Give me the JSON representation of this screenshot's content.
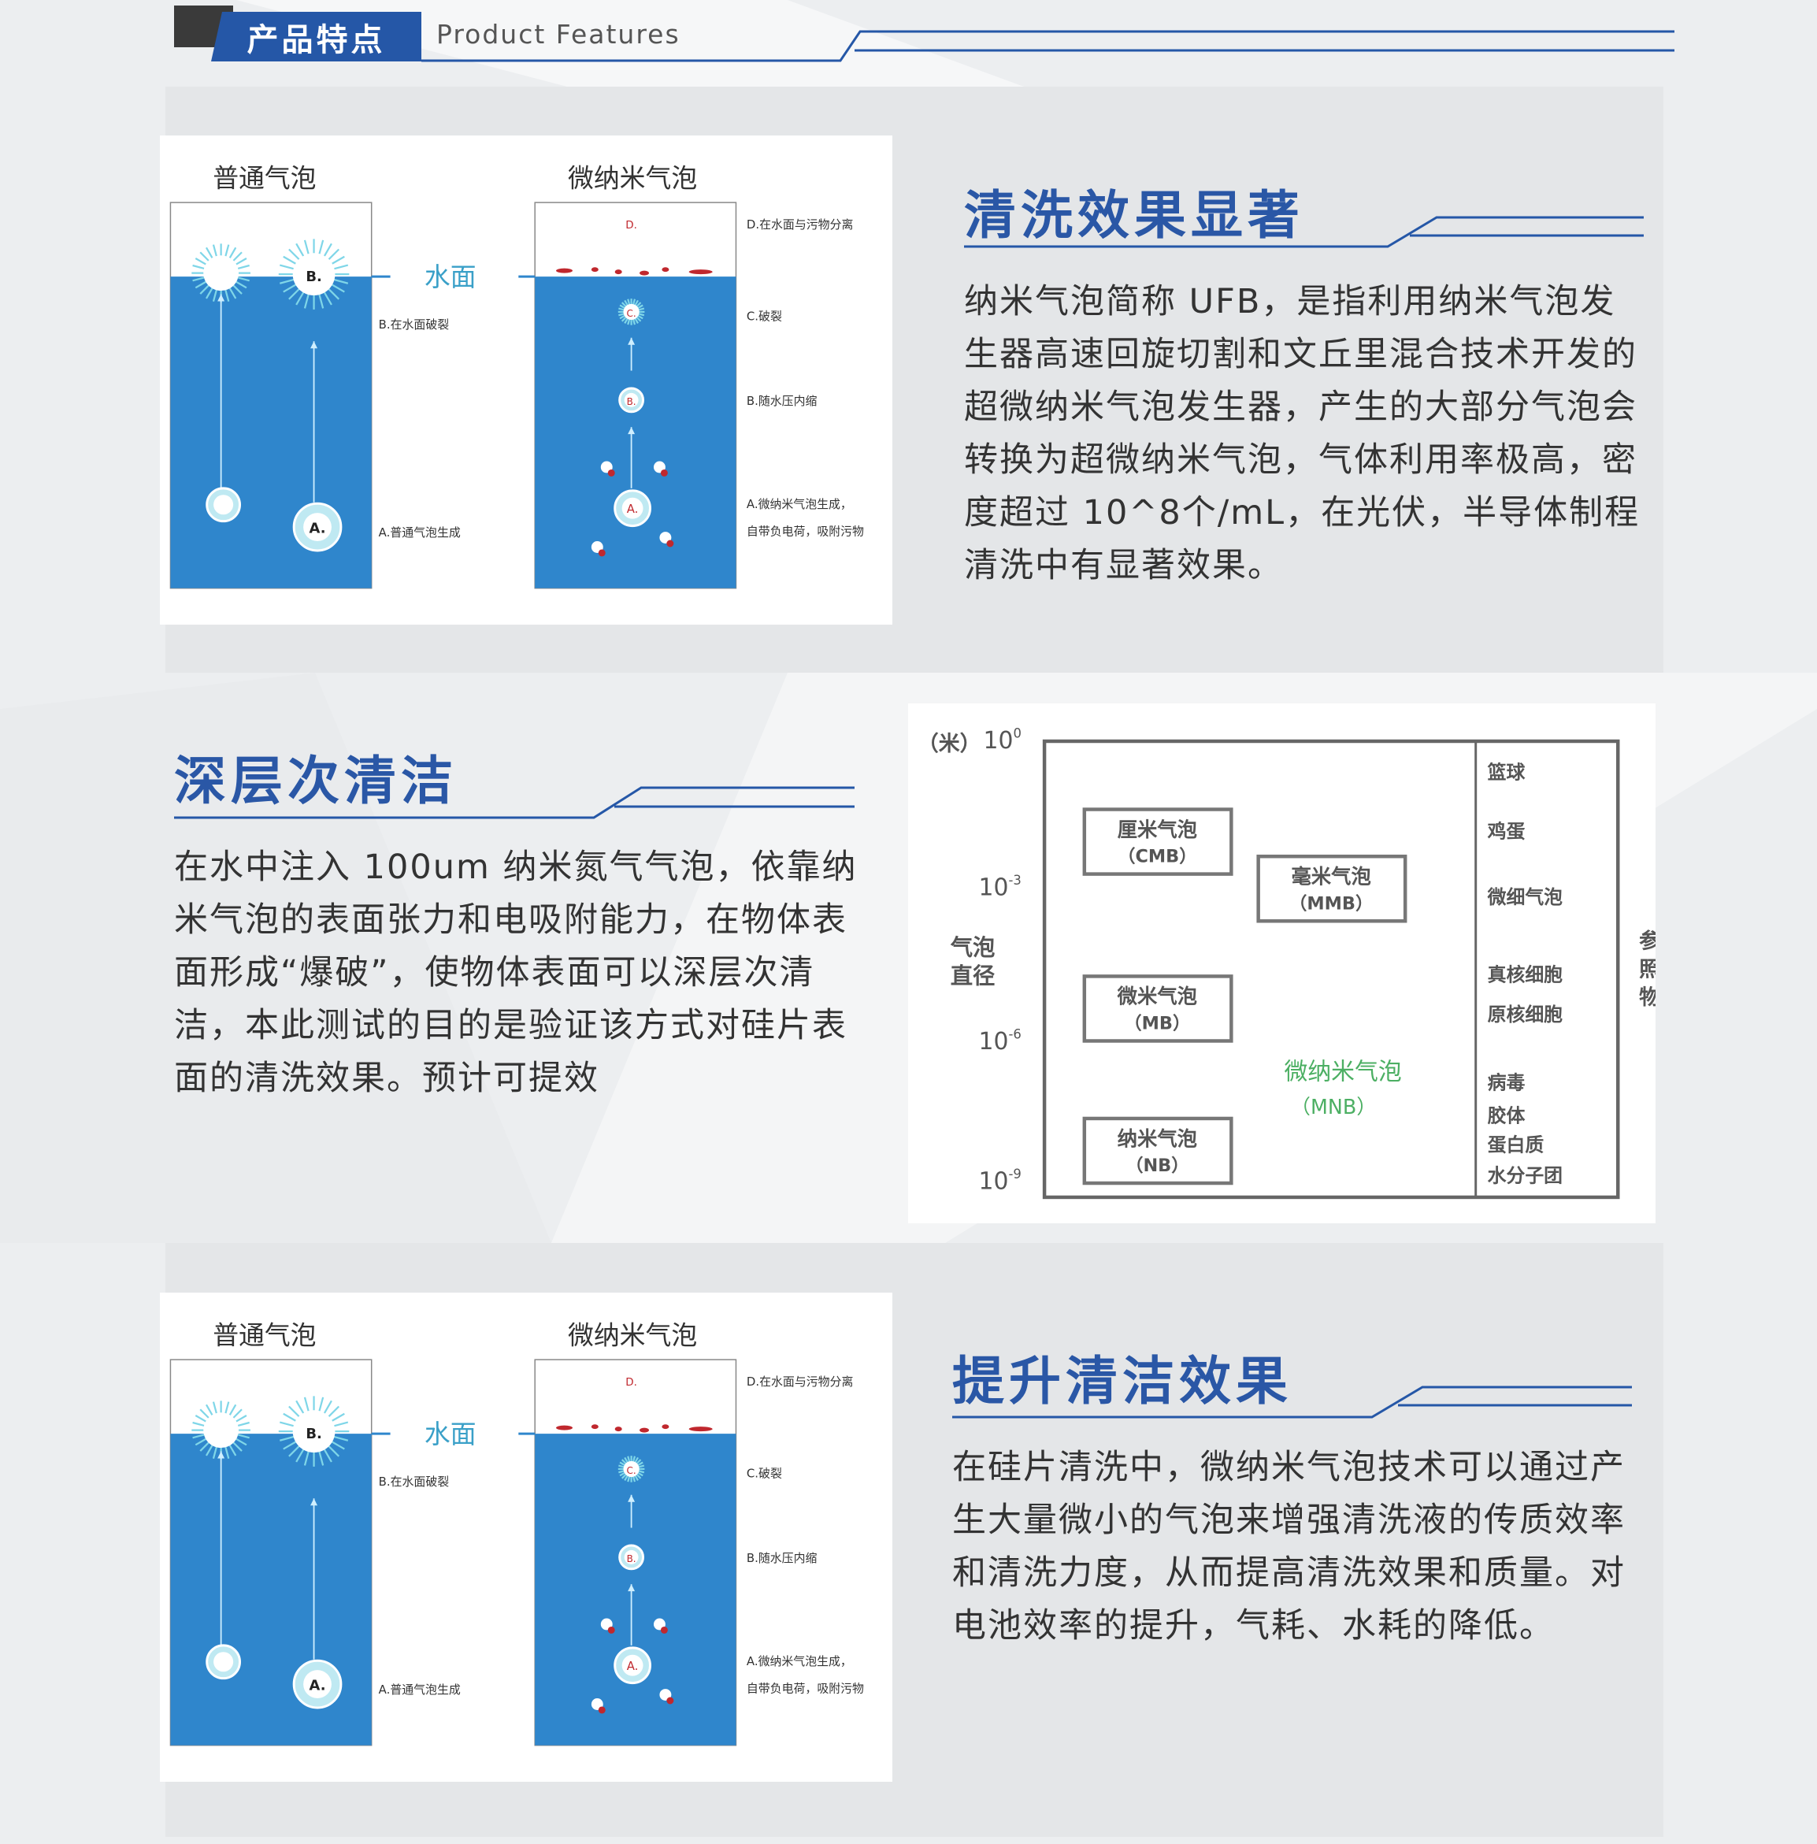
{
  "header": {
    "title_cn": "产品特点",
    "title_en": "Product Features"
  },
  "colors": {
    "accent": "#2557a7",
    "water": "#2f86cc",
    "text": "#333333",
    "green": "#4caf63",
    "red": "#c0282e"
  },
  "section1": {
    "title": "清洗效果显著",
    "body": "纳米气泡简称 UFB，是指利用纳米气泡发生器高速回旋切割和文丘里混合技术开发的超微纳米气泡发生器，产生的大部分气泡会转换为超微纳米气泡，气体利用率极高，密度超过  10^8个/mL，在光伏，半导体制程清洗中有显著效果。"
  },
  "section2": {
    "title": "深层次清洁",
    "body": "在水中注入 100um 纳米氮气气泡，依靠纳米气泡的表面张力和电吸附能力，在物体表面形成“爆破”，使物体表面可以深层次清洁，本此测试的目的是验证该方式对硅片表面的清洗效果。预计可提效"
  },
  "section3": {
    "title": "提升清洁效果",
    "body": "在硅片清洗中，微纳米气泡技术可以通过产生大量微小的气泡来增强清洗液的传质效率和清洗力度，从而提高清洗效果和质量。对电池效率的提升，气耗、水耗的降低。"
  },
  "diagram": {
    "left_title": "普通气泡",
    "right_title": "微纳米气泡",
    "water_surface": "水面",
    "left_labels": [
      "B.在水面破裂",
      "A.普通气泡生成"
    ],
    "right_labels": [
      "D.在水面与污物分离",
      "C.破裂",
      "B.随水压内缩",
      "A.微纳米气泡生成，",
      "自带负电荷，吸附污物"
    ],
    "bubble_letters": {
      "left_a": "A.",
      "left_b": "B.",
      "right_a": "A.",
      "right_b": "B.",
      "right_c": "C.",
      "right_d": "D."
    }
  },
  "size_chart": {
    "unit_label": "（米）",
    "ticks": [
      {
        "base": "10",
        "exp": "0"
      },
      {
        "base": "10",
        "exp": "-3"
      },
      {
        "base": "10",
        "exp": "-6"
      },
      {
        "base": "10",
        "exp": "-9"
      }
    ],
    "y_label": [
      "气泡",
      "直径"
    ],
    "boxes": [
      {
        "name": "厘米气泡",
        "abbr": "（CMB）"
      },
      {
        "name": "毫米气泡",
        "abbr": "（MMB）"
      },
      {
        "name": "微米气泡",
        "abbr": "（MB）"
      },
      {
        "name": "纳米气泡",
        "abbr": "（NB）"
      }
    ],
    "highlight": {
      "name": "微纳米气泡",
      "abbr": "（MNB）"
    },
    "references": [
      "篮球",
      "鸡蛋",
      "微细气泡",
      "真核细胞",
      "原核细胞",
      "病毒",
      "胶体",
      "蛋白质",
      "水分子团"
    ],
    "reference_label": [
      "参",
      "照",
      "物"
    ]
  }
}
